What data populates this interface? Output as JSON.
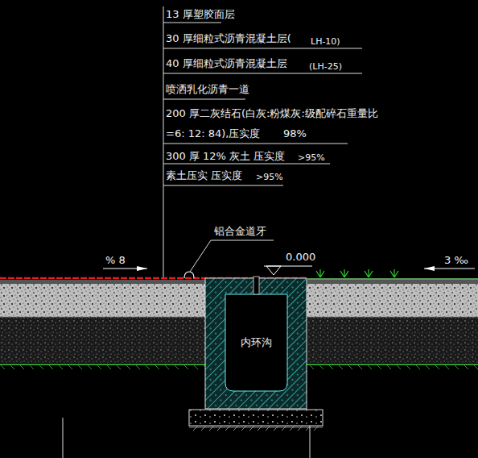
{
  "diagram": {
    "nodes": [
      {
        "text": [
          "内环沟"
        ]
      }
    ],
    "labels": [
      "13 厚塑胶面层",
      "30 厚细粒式沥青混凝土层(",
      "LH-10)",
      "40 厚细粒式沥青混凝土层",
      "(LH-25)",
      "喷洒乳化沥青一道",
      "200 厚二灰结石(白灰:粉煤灰:级配碎石重量比",
      "=6: 12: 84),压实度",
      "98%",
      "300 厚 12% 灰土 压实度",
      ">95%",
      "素土压实  压实度",
      ">95%",
      "铝合金道牙",
      "% 8",
      "0.000",
      "3 ‰"
    ]
  }
}
